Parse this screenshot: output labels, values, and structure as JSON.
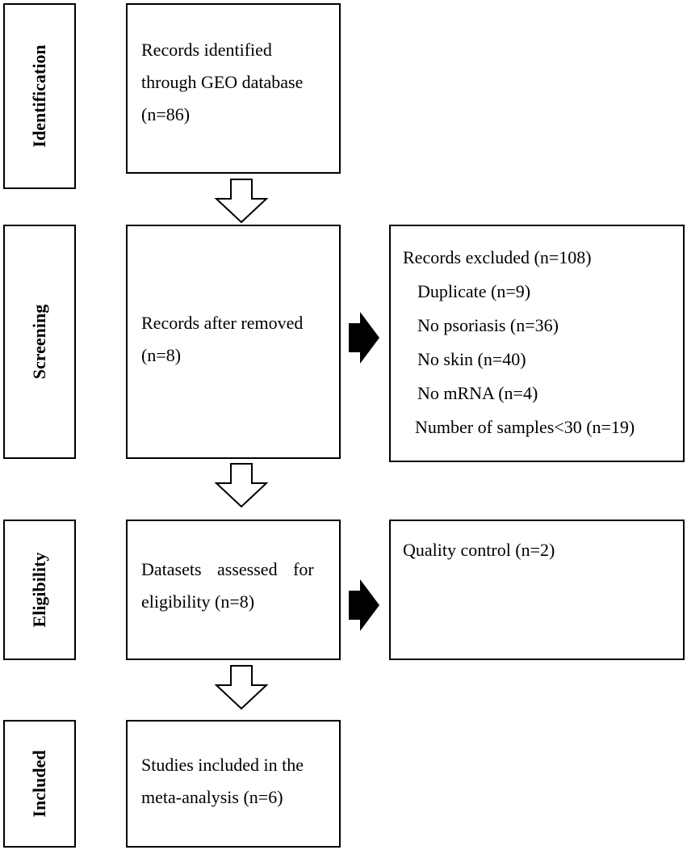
{
  "stages": {
    "identification": "Identification",
    "screening": "Screening",
    "eligibility": "Eligibility",
    "included": "Included"
  },
  "boxes": {
    "identified": [
      "Records identified",
      "through GEO database",
      "(n=86)"
    ],
    "after_removed": [
      "Records after removed",
      "(n=8)"
    ],
    "assessed": [
      "Datasets assessed for",
      "eligibility (n=8)"
    ],
    "included": [
      "Studies included in the",
      "meta-analysis (n=6)"
    ]
  },
  "excluded": {
    "title": "Records excluded (n=108)",
    "items": [
      "Duplicate (n=9)",
      "No psoriasis (n=36)",
      "No skin (n=40)",
      "No mRNA (n=4)",
      "Number of samples<30 (n=19)"
    ]
  },
  "quality": "Quality control (n=2)"
}
